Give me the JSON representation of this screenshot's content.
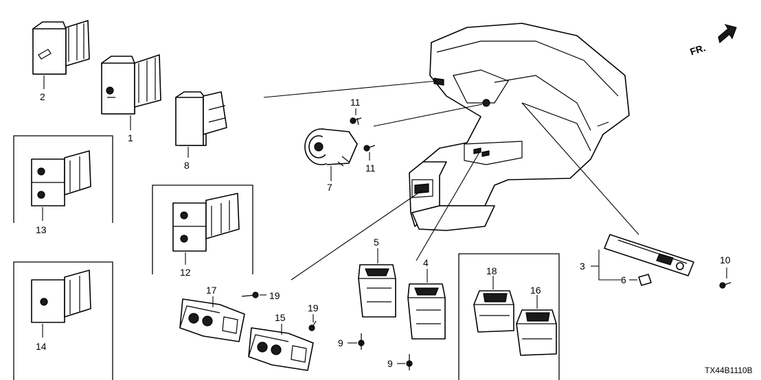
{
  "direction_label": "FR.",
  "diagram_code": "TX44B1110B",
  "callouts": {
    "p1": "1",
    "p2": "2",
    "p3": "3",
    "p4": "4",
    "p5": "5",
    "p6": "6",
    "p7": "7",
    "p8": "8",
    "p9a": "9",
    "p9b": "9",
    "p10": "10",
    "p11a": "11",
    "p11b": "11",
    "p12": "12",
    "p13": "13",
    "p14": "14",
    "p15": "15",
    "p16": "16",
    "p17": "17",
    "p18": "18",
    "p19a": "19",
    "p19b": "19"
  }
}
